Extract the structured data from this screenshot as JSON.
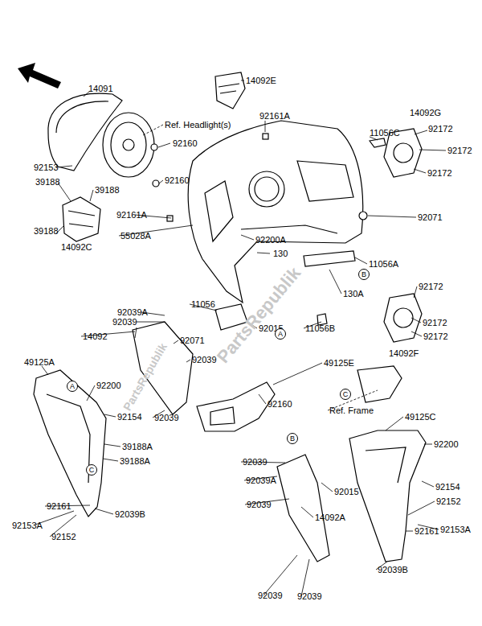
{
  "diagram": {
    "nodes": [
      {
        "text": [
          "B"
        ]
      },
      {
        "text": [
          "A"
        ]
      },
      {
        "text": [
          "A"
        ]
      },
      {
        "text": [
          "C"
        ]
      },
      {
        "text": [
          "B"
        ]
      },
      {
        "text": [
          "C"
        ]
      }
    ],
    "labels": [
      "14091",
      "14092E",
      "Ref. Headlight(s)",
      "92161A",
      "14092G",
      "11056C",
      "92172",
      "92172",
      "92172",
      "92160",
      "92153",
      "92160",
      "39188",
      "39188",
      "92161A",
      "55028A",
      "39188",
      "14092C",
      "92071",
      "92200A",
      "130",
      "11056A",
      "130A",
      "92172",
      "92039A",
      "11056",
      "92039",
      "92015",
      "11056B",
      "92172",
      "14092",
      "92071",
      "92172",
      "14092F",
      "92039",
      "49125A",
      "49125E",
      "92200",
      "92154",
      "92160",
      "Ref. Frame",
      "39188A",
      "39188A",
      "92039",
      "49125C",
      "92200",
      "92039",
      "92039A",
      "92015",
      "92154",
      "92039",
      "92161",
      "92153A",
      "92152",
      "92039B",
      "14092A",
      "92152",
      "92153A",
      "92161",
      "92039",
      "92039",
      "92039B",
      "PartsRepublik",
      "PartsRepublik"
    ]
  }
}
